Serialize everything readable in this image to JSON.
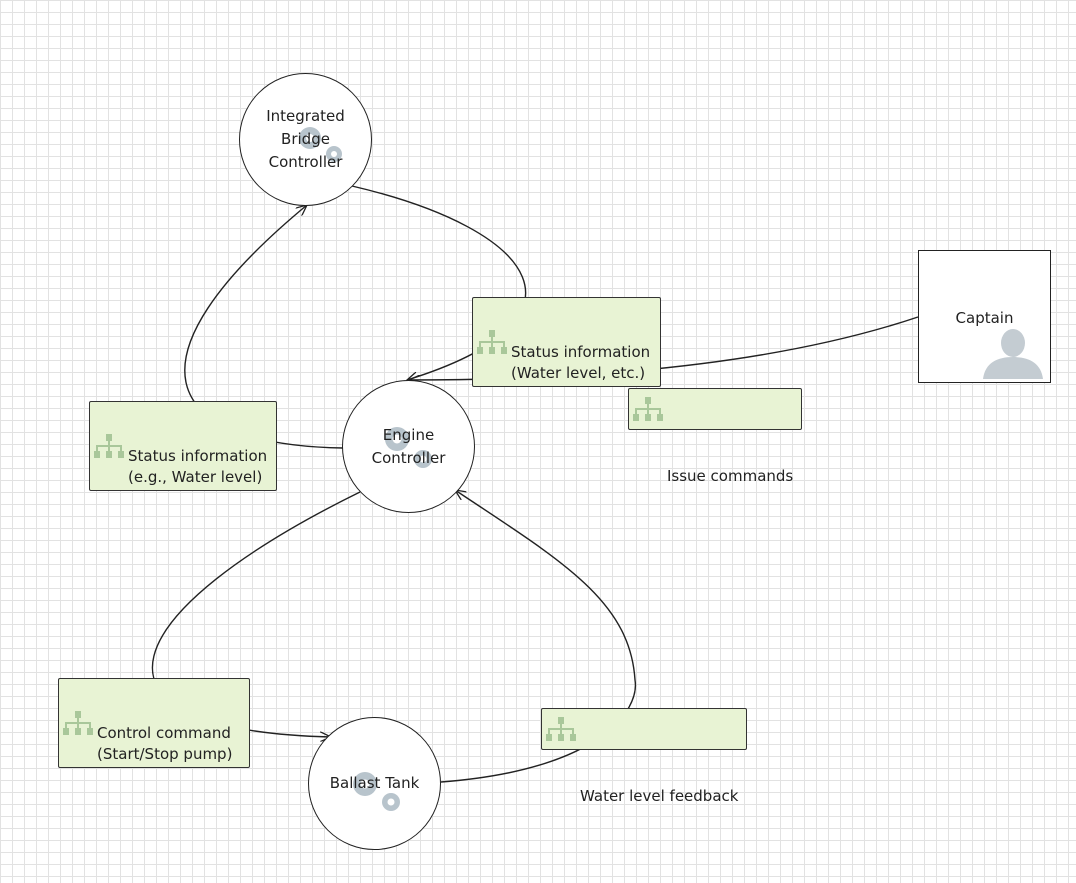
{
  "diagram": {
    "nodes": {
      "integrated_bridge_controller": {
        "label": "Integrated\nBridge\nController",
        "icon": "gear-icon"
      },
      "engine_controller": {
        "label": "Engine\nController",
        "icon": "gear-icon"
      },
      "ballast_tank": {
        "label": "Ballast Tank",
        "icon": "gear-icon"
      },
      "captain": {
        "label": "Captain",
        "icon": "person-icon"
      }
    },
    "edge_labels": {
      "status_ibc_to_engine": "Status information\n(Water level, etc.)",
      "status_engine_to_ibc": "Status information\n(e.g., Water level)",
      "issue_commands": "Issue commands",
      "control_command": "Control command\n(Start/Stop pump)",
      "water_level_feedback": "Water level feedback"
    },
    "colors": {
      "grid": "#e2e2e2",
      "label_fill": "#e8f3d4",
      "icon_gray": "#b8c4cc",
      "stroke": "#222222"
    }
  }
}
